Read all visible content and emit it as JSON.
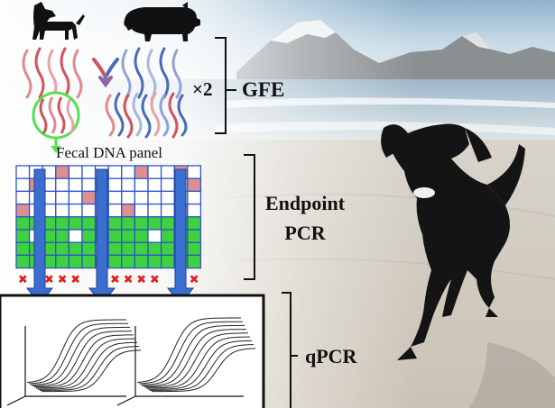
{
  "labels": {
    "multiplier": "×2",
    "gfe": "GFE",
    "panel_title": "Fecal DNA panel",
    "endpoint_line1": "Endpoint",
    "endpoint_line2": "PCR",
    "qpcr": "qPCR"
  },
  "icons": [
    "dog-silhouette-icon",
    "pig-silhouette-icon",
    "merge-arrow-icon",
    "down-arrow-icon",
    "x-mark-icon"
  ],
  "grid": {
    "rows": 8,
    "cols": 14,
    "cells": [
      "wwwpwwwwwpwwpw",
      "wpwwwwpwwwwwwp",
      "wwwwwpwwwwwwww",
      "pwwwwwwwpwwwpw",
      "gggggggggggggg",
      "gwggwgggggwggg",
      "ggggggwggggggg",
      "gggggggggggggg"
    ],
    "x_columns": [
      0,
      2,
      3,
      4,
      7,
      8,
      9,
      10,
      12,
      13
    ]
  },
  "colors": {
    "pink_cell": "#de9090",
    "green_cell": "#3fd23f",
    "grid_blue": "#2f55c8",
    "arrow_blue": "#3a6fd0",
    "strand_red": "#d4525a",
    "strand_blue": "#4b6ab8",
    "circle_green": "#52e252",
    "x_red": "#e02020"
  }
}
